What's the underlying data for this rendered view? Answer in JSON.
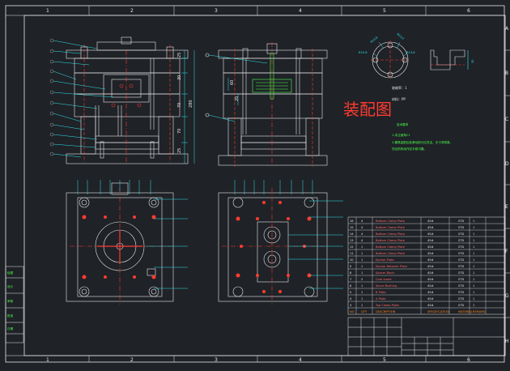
{
  "drawing": {
    "title": "装配图",
    "material_label": "材料：PP",
    "shrink_label": "收缩率：1",
    "notes_heading": "技术要求",
    "note1": "1.未注倒角C1",
    "note2": "2.模具装配后各滑动部分应灵活，无卡滞现象，",
    "note3": "顶出机构动作应平稳可靠。"
  },
  "grid": {
    "cols": [
      "1",
      "2",
      "3",
      "4",
      "5",
      "6"
    ],
    "rows": [
      "A",
      "B",
      "C",
      "D",
      "E",
      "F",
      "G",
      "H"
    ]
  },
  "colors": {
    "background": "#1f2227",
    "lines": "#e8e8e8",
    "dimensions": "#2ee6f0",
    "centerlines": "#ff3b2f",
    "notes": "#4cff4c",
    "header_row": "#ff8c1a"
  },
  "dims": {
    "front_h1": "25",
    "front_h2": "30",
    "front_h3": "70",
    "front_h4": "70",
    "front_h5": "25",
    "front_total": "280",
    "side_1": "60",
    "side_2": "20",
    "part_r1": "R13.8",
    "part_r2": "R13.6",
    "part_r3": "R15.6",
    "part_r4": "R13.6",
    "part_side": "30"
  },
  "bom": {
    "rows": [
      {
        "no": "16",
        "qty": "4",
        "name": "Bottom Clamp Plate",
        "mat": "45#",
        "note": "STD",
        "x": "1"
      },
      {
        "no": "15",
        "qty": "4",
        "name": "Bottom Clamp Plate",
        "mat": "45#",
        "note": "STD",
        "x": "1"
      },
      {
        "no": "14",
        "qty": "4",
        "name": "Bottom Clamp Plate",
        "mat": "45#",
        "note": "STD",
        "x": "1"
      },
      {
        "no": "13",
        "qty": "4",
        "name": "Bottom Clamp Plate",
        "mat": "45#",
        "note": "STD",
        "x": "1"
      },
      {
        "no": "12",
        "qty": "1",
        "name": "Bottom Clamp Plate",
        "mat": "45#",
        "note": "STD",
        "x": "1"
      },
      {
        "no": "11",
        "qty": "1",
        "name": "Bottom Clamp Plate",
        "mat": "45#",
        "note": "STD",
        "x": "1"
      },
      {
        "no": "10",
        "qty": "1",
        "name": "Ejector Plate",
        "mat": "45#",
        "note": "STD",
        "x": "1"
      },
      {
        "no": "9",
        "qty": "1",
        "name": "Ejector Retainer Plate",
        "mat": "45#",
        "note": "STD",
        "x": "1"
      },
      {
        "no": "8",
        "qty": "1",
        "name": "Spacer Block",
        "mat": "45#",
        "note": "STD",
        "x": "1"
      },
      {
        "no": "7",
        "qty": "2",
        "name": "Core Insert",
        "mat": "45#",
        "note": "STD",
        "x": "1"
      },
      {
        "no": "6",
        "qty": "1",
        "name": "Sprue Bushing",
        "mat": "45#",
        "note": "STD",
        "x": "1"
      },
      {
        "no": "5",
        "qty": "1",
        "name": "B Plate",
        "mat": "45#",
        "note": "STD",
        "x": "1"
      },
      {
        "no": "4",
        "qty": "1",
        "name": "A Plate",
        "mat": "45#",
        "note": "STD",
        "x": "1"
      },
      {
        "no": "3",
        "qty": "1",
        "name": "Top Clamp Plate",
        "mat": "45#",
        "note": "STD",
        "x": "1"
      }
    ],
    "header": {
      "no": "NO",
      "qty": "QTY",
      "name": "DESCRIPTION",
      "mat": "SPECIFICATION",
      "note": "MATERIAL",
      "x": "REMARK"
    }
  },
  "left_table": {
    "items": [
      "绘图",
      "设计",
      "审核",
      "批准",
      "日期"
    ]
  }
}
